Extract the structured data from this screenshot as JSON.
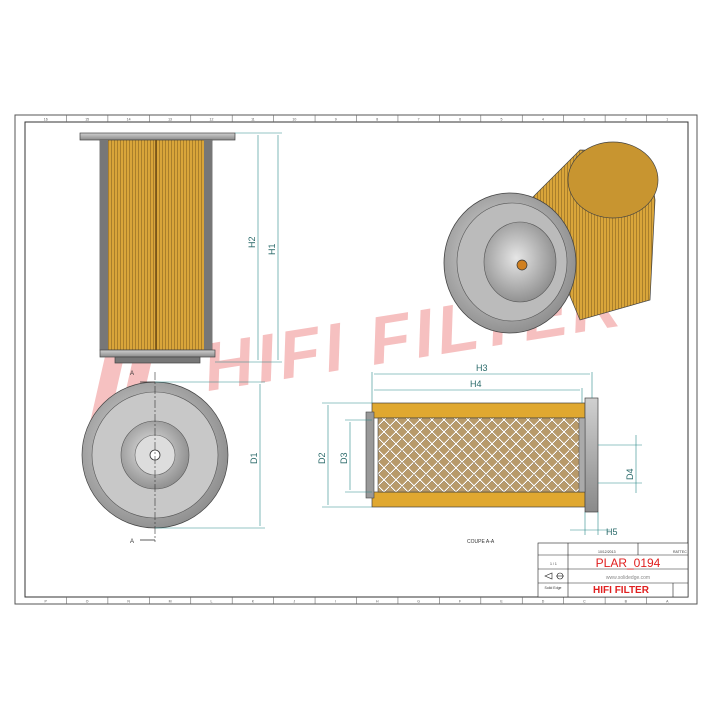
{
  "border": {
    "columns_top": [
      "16",
      "15",
      "14",
      "13",
      "12",
      "11",
      "10",
      "9",
      "8",
      "7",
      "6",
      "5",
      "4",
      "3",
      "2",
      "1"
    ],
    "columns_bottom": [
      "P",
      "O",
      "N",
      "M",
      "L",
      "K",
      "J",
      "I",
      "H",
      "G",
      "F",
      "E",
      "D",
      "C",
      "B",
      "A"
    ]
  },
  "dimensions": {
    "h1": "H1",
    "h2": "H2",
    "h3": "H3",
    "h4": "H4",
    "h5": "H5",
    "d1": "D1",
    "d2": "D2",
    "d3": "D3",
    "d4": "D4",
    "section_mark": "A"
  },
  "section_caption": "COUPE A-A",
  "watermark": "HIFI FILTER",
  "title_block": {
    "date": "10/12/2013",
    "designer": "RATTEC",
    "scale": "1 / 1",
    "part_number": "PLAR_0194",
    "website": "www.solidedge.com",
    "software": "Solid Edge",
    "brand": "HIFI FILTER"
  },
  "colors": {
    "filter_media": "#d9a53a",
    "metal": "#a8a8a8",
    "dimension_line": "#2a8a8a",
    "brand_red": "#e02020"
  }
}
